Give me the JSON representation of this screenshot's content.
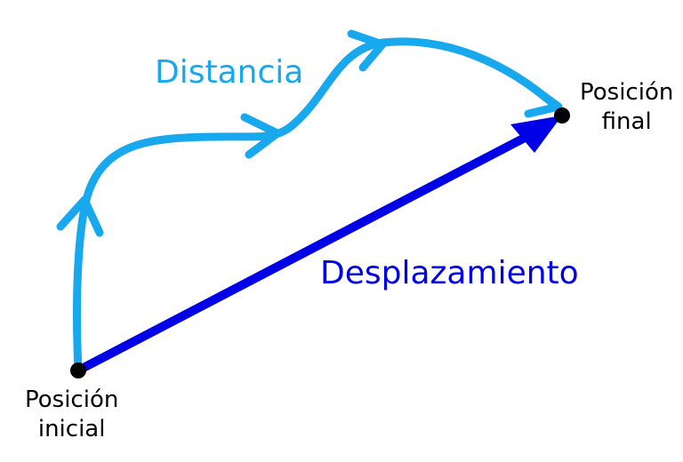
{
  "labels": {
    "distance": "Distancia",
    "displacement": "Desplazamiento",
    "final_position": [
      "Posición",
      "final"
    ],
    "initial_position": [
      "Posición",
      "inicial"
    ]
  },
  "colors": {
    "distance": "#18a8ee",
    "displacement": "#0000e6",
    "points": "#000000"
  }
}
